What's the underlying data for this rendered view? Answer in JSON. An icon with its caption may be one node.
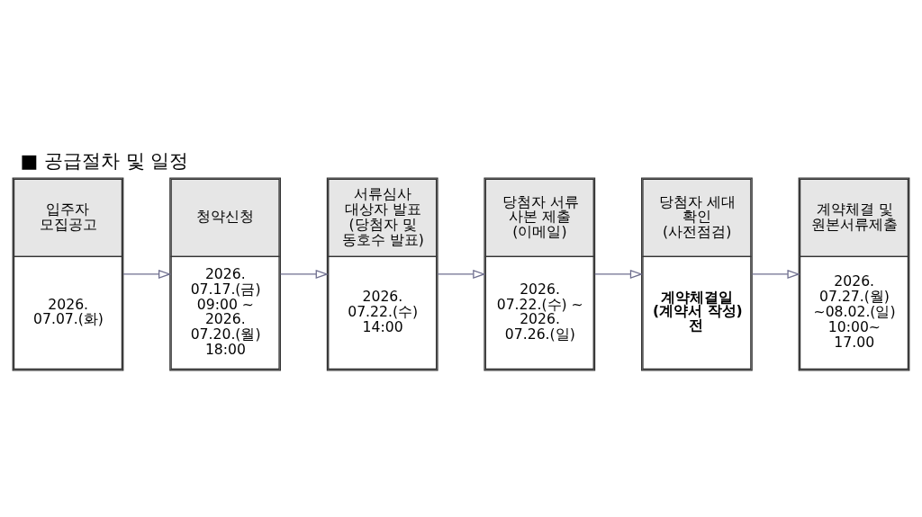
{
  "diagram": {
    "title": "■ 공급절차 및 일정",
    "nodes": [
      {
        "text": [
          "입주자 모집공고",
          "2026. 07.07.(화)"
        ]
      },
      {
        "text": [
          "청약신청",
          "2026. 07.17.(금) 09:00 ~ 2026. 07.20.(월) 18:00"
        ]
      },
      {
        "text": [
          "서류심사 대상자 발표 (당첨자 및 동호수 발표)",
          "2026. 07.22.(수) 14:00"
        ]
      },
      {
        "text": [
          "당첨자 서류 사본 제출 (이메일)",
          "2026. 07.22.(수) ~ 2026. 07.26.(일)"
        ]
      },
      {
        "text": [
          "당첨자 세대 확인 (사전점검)",
          "계약체결일 (계약서 작성) 전"
        ]
      },
      {
        "text": [
          "계약체결 및 원본서류제출",
          "2026. 07.27.(월) ~08.02.(일) 10:00~ 17.00"
        ]
      }
    ],
    "edges": [
      {
        "from": 0,
        "to": 1,
        "arrow": "to"
      },
      {
        "from": 1,
        "to": 2,
        "arrow": "to"
      },
      {
        "from": 2,
        "to": 3,
        "arrow": "to"
      },
      {
        "from": 3,
        "to": 4,
        "arrow": "to"
      },
      {
        "from": 4,
        "to": 5,
        "arrow": "to"
      }
    ]
  }
}
